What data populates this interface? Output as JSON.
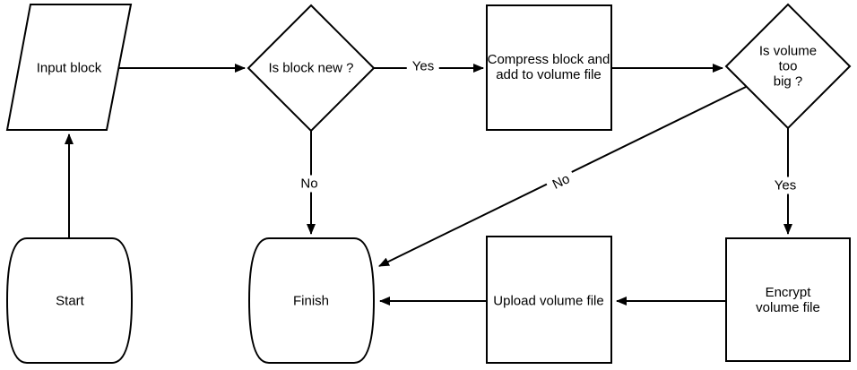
{
  "colors": {
    "line": "#000000",
    "background": "#ffffff"
  },
  "nodes": {
    "input_block": "Input block",
    "is_block_new": "Is block new ?",
    "compress_block": "Compress block and\nadd to volume file",
    "is_volume_too_big": "Is volume too\nbig ?",
    "start": "Start",
    "finish": "Finish",
    "upload_volume_file": "Upload volume file",
    "encrypt_volume_file": "Encrypt volume file"
  },
  "edge_labels": {
    "is_block_new_yes": "Yes",
    "is_block_new_no": "No",
    "is_volume_too_big_no": "No",
    "is_volume_too_big_yes": "Yes"
  }
}
